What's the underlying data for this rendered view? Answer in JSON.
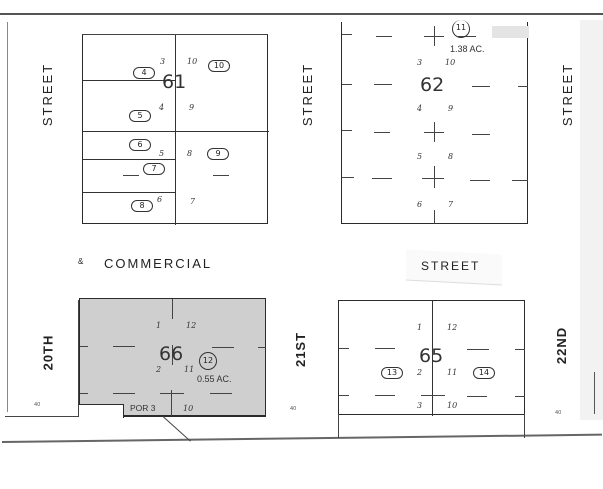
{
  "map": {
    "type": "assessor-parcel-map",
    "streets": {
      "left_vertical": "STREET",
      "middle_vertical": "STREET",
      "right_vertical": "STREET",
      "horizontal_commercial": "COMMERCIAL",
      "horizontal_commercial_prefix": "&",
      "horizontal_street": "STREET",
      "cross_20th": "20TH",
      "cross_21st": "21ST",
      "cross_22nd": "22ND"
    },
    "blocks": [
      {
        "id": "61",
        "label": "61",
        "lots": [
          "3",
          "4",
          "5",
          "6",
          "7",
          "8",
          "9",
          "10"
        ],
        "parcels": [
          "4",
          "5",
          "6",
          "7",
          "8",
          "9",
          "10"
        ]
      },
      {
        "id": "62",
        "label": "62",
        "lots": [
          "3",
          "4",
          "5",
          "6",
          "7",
          "8",
          "9",
          "10"
        ],
        "parcels": [
          "11"
        ],
        "acreage": "1.38 AC."
      },
      {
        "id": "66",
        "label": "66",
        "lots": [
          "1",
          "2",
          "10",
          "11",
          "12"
        ],
        "parcels": [
          "12"
        ],
        "acreage": "0.55 AC.",
        "portion_label": "POR 3",
        "highlighted": true
      },
      {
        "id": "65",
        "label": "65",
        "lots": [
          "1",
          "2",
          "3",
          "10",
          "11",
          "12"
        ],
        "parcels": [
          "13",
          "14"
        ]
      }
    ],
    "colors": {
      "highlight": "#cfcfcf",
      "lines": "#2b2b2b",
      "background": "#ffffff"
    }
  }
}
